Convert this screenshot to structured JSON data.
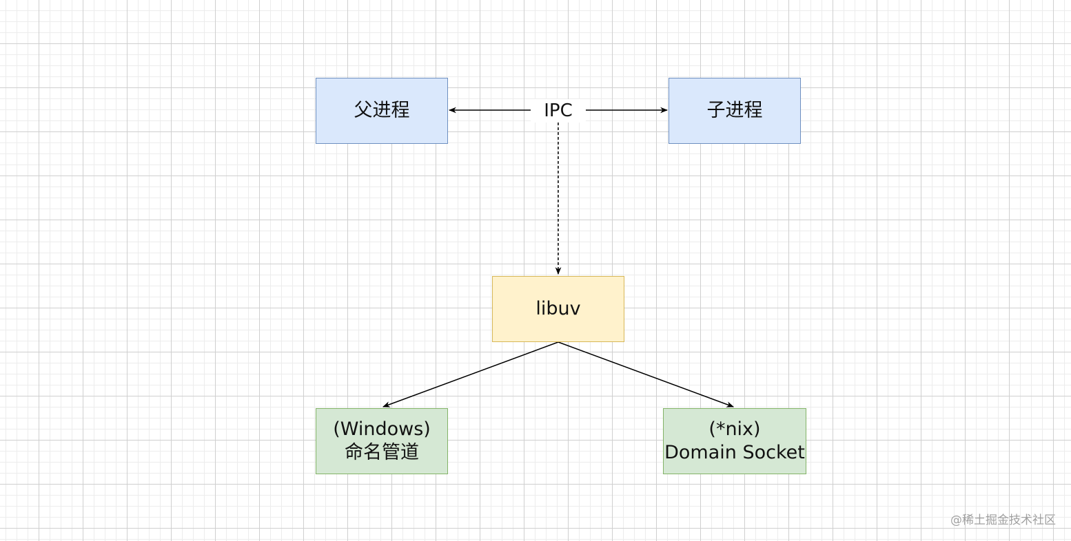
{
  "nodes": {
    "parent": {
      "label": "父进程"
    },
    "child": {
      "label": "子进程"
    },
    "libuv": {
      "label": "libuv"
    },
    "windows": {
      "line1": "(Windows)",
      "line2": "命名管道"
    },
    "unix": {
      "line1": "(*nix)",
      "line2": "Domain Socket"
    }
  },
  "edges": {
    "ipc_label": "IPC"
  },
  "watermark": "@稀土掘金技术社区",
  "colors": {
    "blue_fill": "#dae8fc",
    "blue_stroke": "#6c8ebf",
    "yellow_fill": "#fff2cc",
    "yellow_stroke": "#d6b656",
    "green_fill": "#d5e8d4",
    "green_stroke": "#82b366",
    "edge": "#000000"
  }
}
